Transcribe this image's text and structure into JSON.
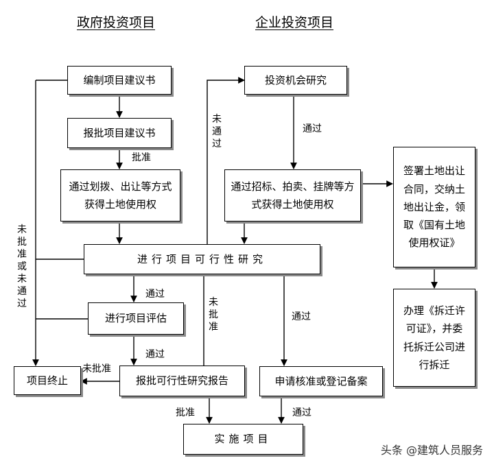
{
  "headings": {
    "government": "政府投资项目",
    "enterprise": "企业投资项目"
  },
  "boxes": {
    "compile_proposal": "编制项目建议书",
    "approve_proposal": "报批项目建议书",
    "gov_land": "通过划拨、出让等方式获得土地使用权",
    "investment_research": "投资机会研究",
    "ent_land": "通过招标、拍卖、挂牌等方式获得土地使用权",
    "sign_land": "签署土地出让合同，交纳土地出让金，领取《国有土地使用权证》",
    "feasibility": "进行项目可行性研究",
    "evaluation": "进行项目评估",
    "report": "报批可行性研究报告",
    "terminate": "项目终止",
    "demolition": "办理《拆迁许可证》，并委托拆迁公司进行拆迁",
    "record": "申请核准或登记备案",
    "implement": "实施项目"
  },
  "labels": {
    "approved_1": "批准",
    "passed_1": "通过",
    "not_passed_vertical": "未通过",
    "not_approved_or_passed": "未批准或未通过",
    "passed_2": "通过",
    "not_approved_vertical": "未批准",
    "passed_3": "通过",
    "passed_4": "通过",
    "not_approved_left": "未批准",
    "approved_2": "批准",
    "passed_5": "通过"
  },
  "watermark": "头条 @建筑人员服务"
}
